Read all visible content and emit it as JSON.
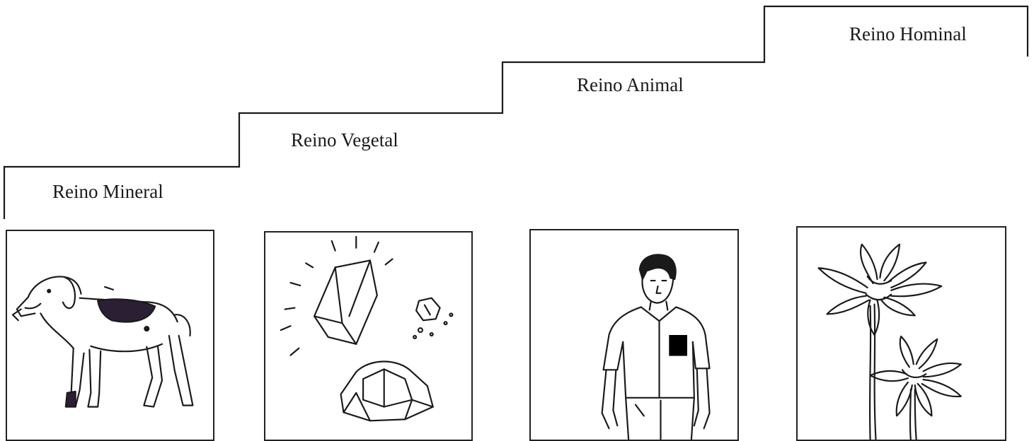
{
  "steps": [
    {
      "label": "Reino Mineral"
    },
    {
      "label": "Reino Vegetal"
    },
    {
      "label": "Reino Animal"
    },
    {
      "label": "Reino Hominal"
    }
  ],
  "panels": [
    {
      "icon": "dog-icon"
    },
    {
      "icon": "minerals-icon"
    },
    {
      "icon": "man-icon"
    },
    {
      "icon": "flower-icon"
    }
  ]
}
